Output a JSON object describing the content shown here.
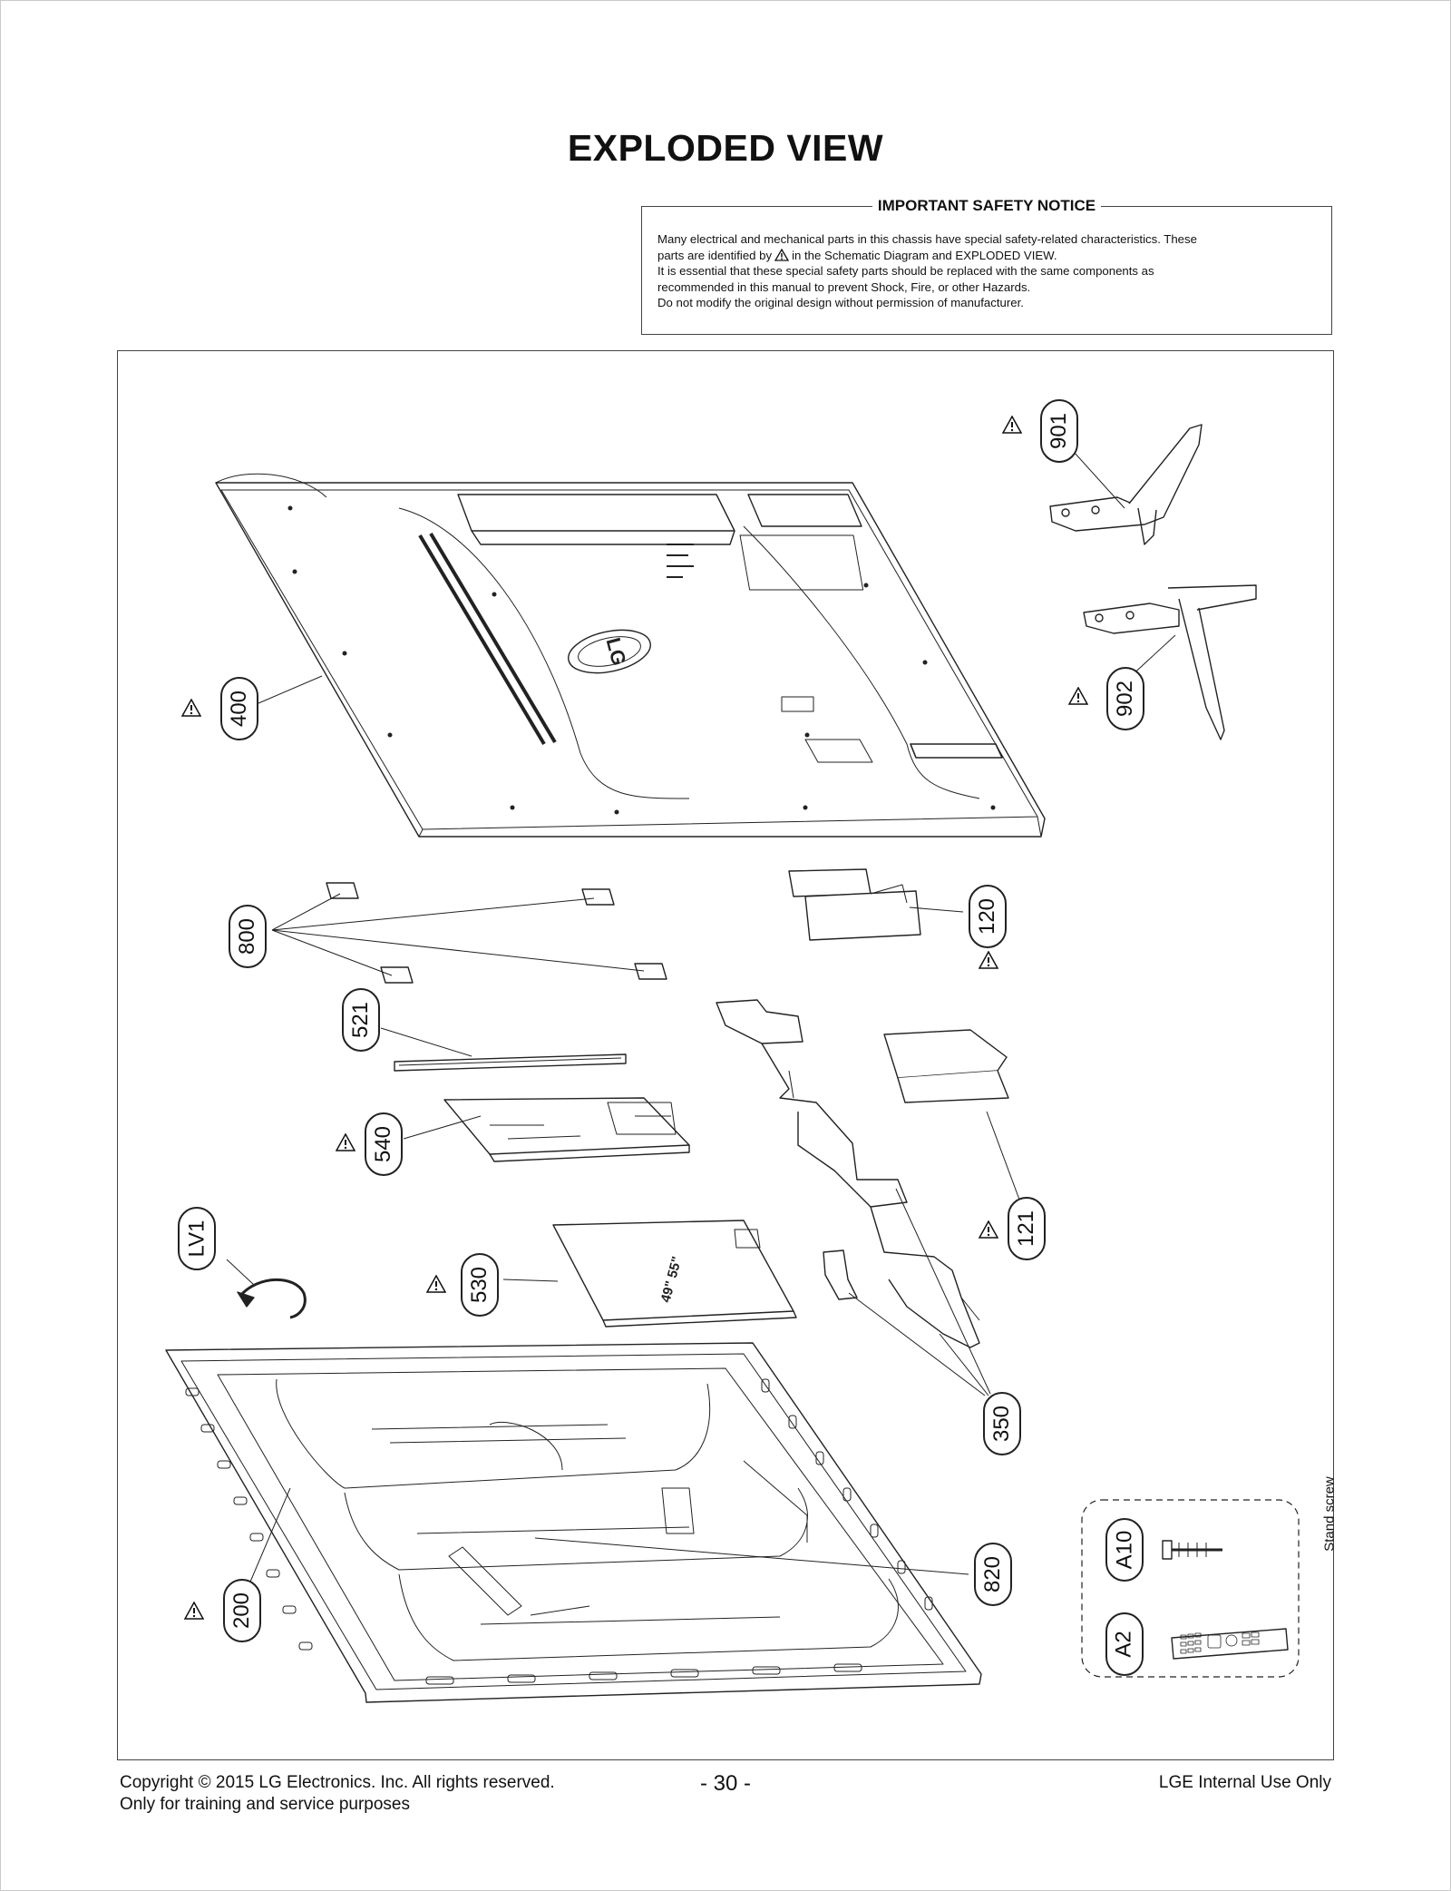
{
  "page": {
    "title": "EXPLODED VIEW",
    "page_number": "- 30 -"
  },
  "notice": {
    "title": "IMPORTANT SAFETY NOTICE",
    "line1": "Many electrical and mechanical parts in this chassis have special safety-related characteristics. These",
    "line2_a": "parts are identified by",
    "line2_b": "in the Schematic Diagram and EXPLODED VIEW.",
    "line3": "It is essential that these special safety parts should be replaced with the same components as",
    "line4": "recommended in this manual to prevent Shock, Fire, or other Hazards.",
    "line5": "Do not modify the original design without permission of manufacturer."
  },
  "callouts": {
    "c901": "901",
    "c902": "902",
    "c400": "400",
    "c800": "800",
    "c120": "120",
    "c521": "521",
    "c540": "540",
    "c121": "121",
    "cLV1": "LV1",
    "c530": "530",
    "c350": "350",
    "c200": "200",
    "c820": "820",
    "cA10": "A10",
    "cA2": "A2"
  },
  "parts_box": {
    "label": "Stand screw"
  },
  "part_markings": {
    "logo": "LG",
    "panel_size": "49\" 55\""
  },
  "footer": {
    "copyright": "Copyright  © 2015 LG Electronics. Inc. All rights reserved.",
    "purpose": "Only for training and service purposes",
    "internal": "LGE Internal Use Only"
  }
}
